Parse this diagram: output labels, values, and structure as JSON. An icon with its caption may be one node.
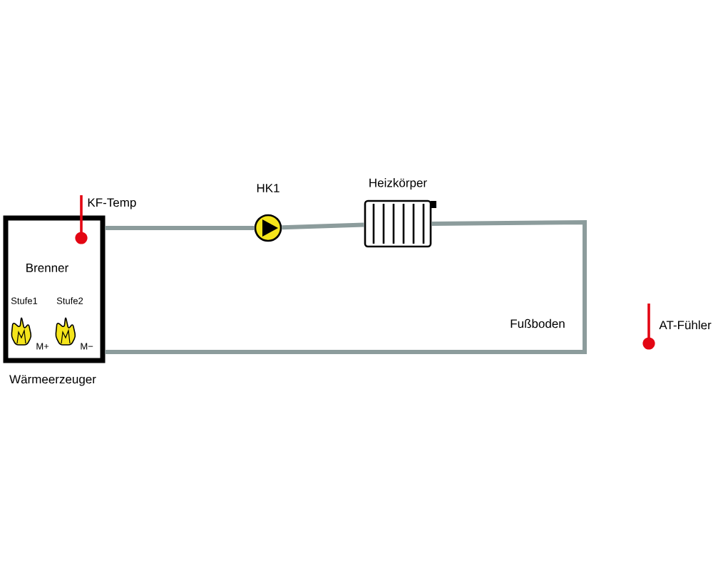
{
  "diagram": {
    "nodes": [
      {
        "text": [
          "Brenner",
          "Wärmeerzeuger"
        ]
      },
      {
        "text": [],
        "shape": "circle",
        "beside": [
          "HK1"
        ]
      },
      {
        "text": [],
        "shape": "box",
        "beside": [
          "Heizkörper"
        ]
      }
    ],
    "edges": [
      {
        "from": 0,
        "to": 1,
        "arrow": "none"
      },
      {
        "from": 1,
        "to": 2,
        "arrow": "none"
      },
      {
        "from": 2,
        "to": 0,
        "arrow": "none",
        "label": "Fußboden"
      }
    ],
    "labels": [
      "KF-Temp",
      "Stufe1",
      "Stufe2",
      "M+",
      "M−",
      "AT-Fühler"
    ]
  }
}
